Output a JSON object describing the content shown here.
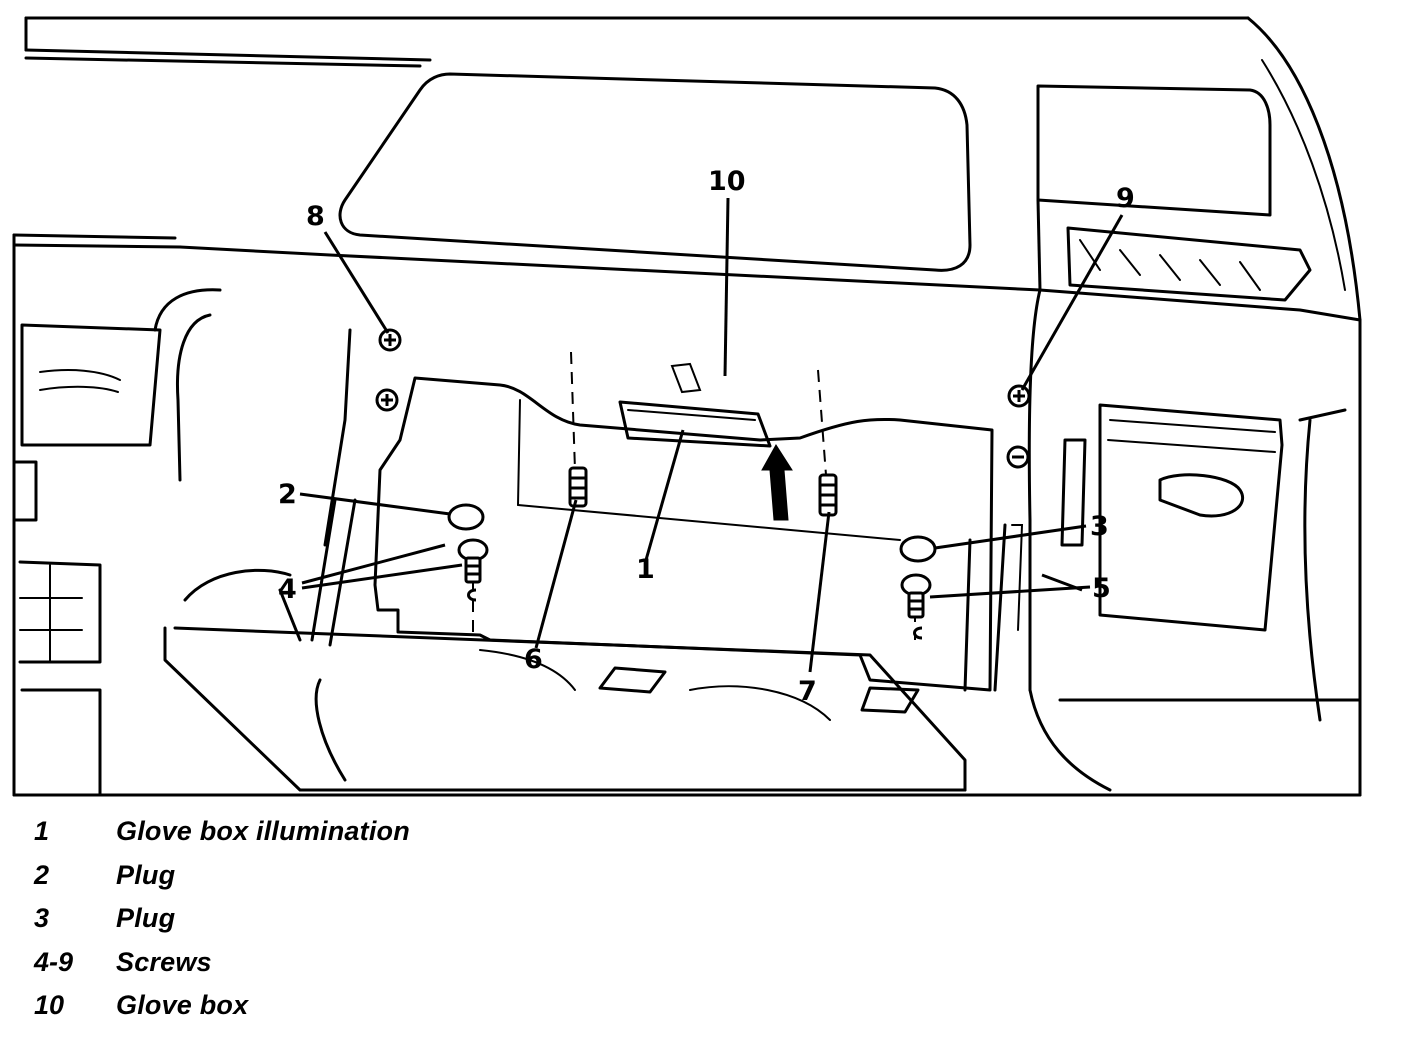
{
  "callouts": [
    {
      "id": "c10",
      "label": "10"
    },
    {
      "id": "c8",
      "label": "8"
    },
    {
      "id": "c9",
      "label": "9"
    },
    {
      "id": "c2",
      "label": "2"
    },
    {
      "id": "c3",
      "label": "3"
    },
    {
      "id": "c4",
      "label": "4"
    },
    {
      "id": "c5",
      "label": "5"
    },
    {
      "id": "c1",
      "label": "1"
    },
    {
      "id": "c6",
      "label": "6"
    },
    {
      "id": "c7",
      "label": "7"
    }
  ],
  "legend": [
    {
      "number": "1",
      "text": "Glove box illumination"
    },
    {
      "number": "2",
      "text": "Plug"
    },
    {
      "number": "3",
      "text": "Plug"
    },
    {
      "number": "4-9",
      "text": "Screws"
    },
    {
      "number": "10",
      "text": "Glove box"
    }
  ]
}
